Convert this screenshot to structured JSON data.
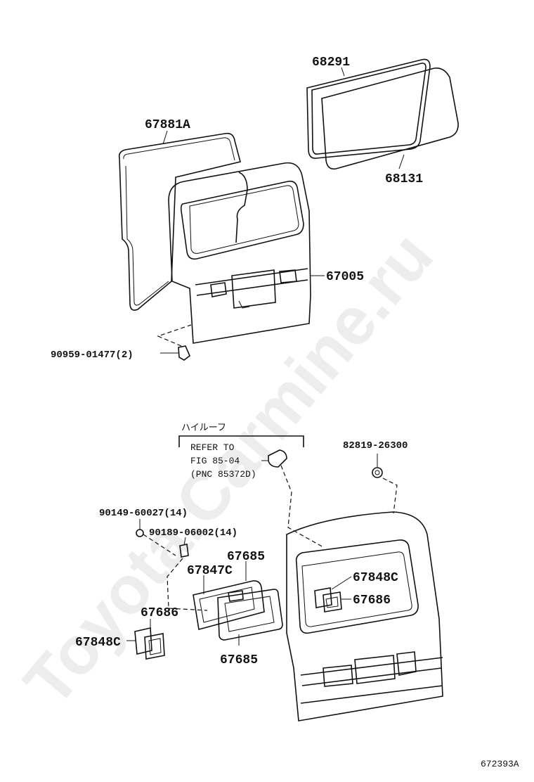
{
  "diagram": {
    "watermark": "Toyota.Carmine.ru",
    "figure_code": "672393A",
    "callouts": {
      "seal_window": "68291",
      "glass": "68131",
      "weatherstrip": "67881A",
      "back_door_panel": "67005",
      "cushion": "90959-01477(2)",
      "grommet": "82819-26300",
      "screw": "90149-60027(14)",
      "nut": "90189-06002(14)",
      "trim_top": "67685",
      "trim_bottom": "67685",
      "trim_board": "67847C",
      "handle_left_upper": "67686",
      "handle_left_lower": "67848C",
      "handle_right_upper": "67848C",
      "handle_right_lower": "67686"
    },
    "note": {
      "title": "ハイルーフ",
      "line1": "REFER TO",
      "line2": "FIG 85-04",
      "line3": "(PNC 85372D)"
    }
  }
}
